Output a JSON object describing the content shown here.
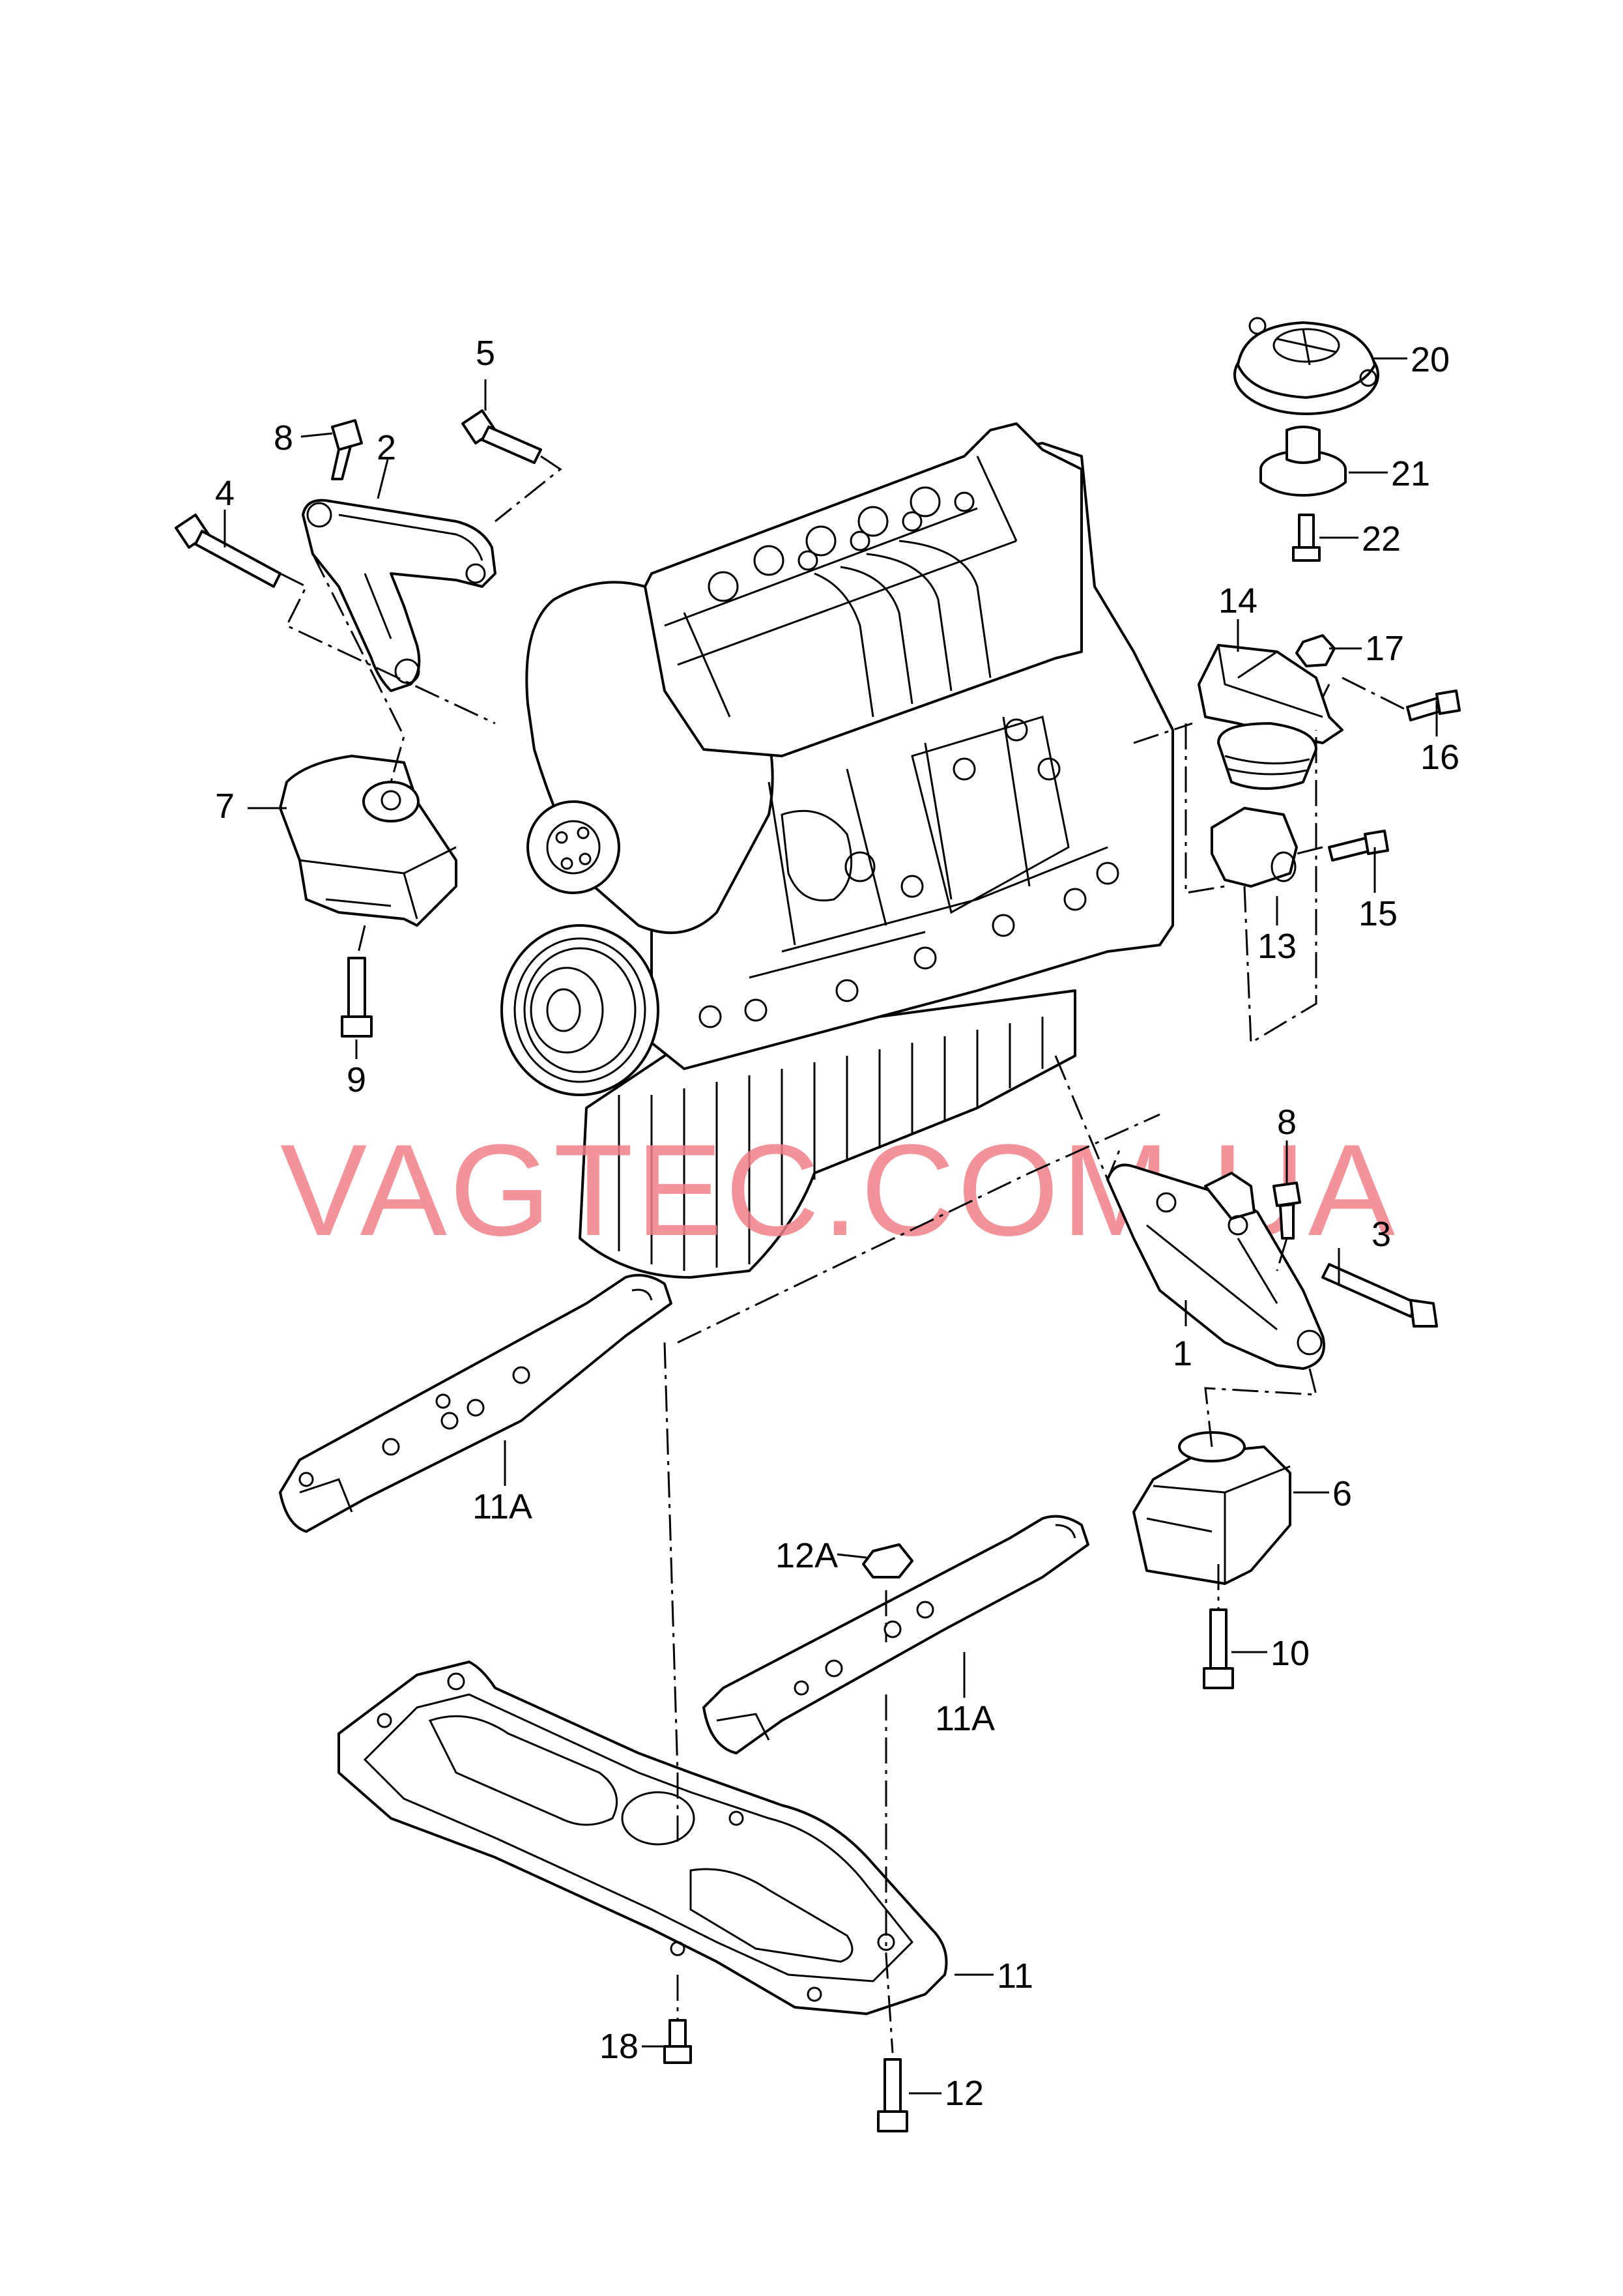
{
  "watermark": "VAGTEC.COM.UA",
  "callouts": [
    {
      "id": "c1",
      "text": "1"
    },
    {
      "id": "c2",
      "text": "2"
    },
    {
      "id": "c3",
      "text": "3"
    },
    {
      "id": "c4",
      "text": "4"
    },
    {
      "id": "c5",
      "text": "5"
    },
    {
      "id": "c6",
      "text": "6"
    },
    {
      "id": "c7",
      "text": "7"
    },
    {
      "id": "c8a",
      "text": "8"
    },
    {
      "id": "c8b",
      "text": "8"
    },
    {
      "id": "c9",
      "text": "9"
    },
    {
      "id": "c10",
      "text": "10"
    },
    {
      "id": "c11",
      "text": "11"
    },
    {
      "id": "c11a1",
      "text": "11A"
    },
    {
      "id": "c11a2",
      "text": "11A"
    },
    {
      "id": "c12",
      "text": "12"
    },
    {
      "id": "c12a",
      "text": "12A"
    },
    {
      "id": "c13",
      "text": "13"
    },
    {
      "id": "c14",
      "text": "14"
    },
    {
      "id": "c15",
      "text": "15"
    },
    {
      "id": "c16",
      "text": "16"
    },
    {
      "id": "c17",
      "text": "17"
    },
    {
      "id": "c18",
      "text": "18"
    },
    {
      "id": "c20",
      "text": "20"
    },
    {
      "id": "c21",
      "text": "21"
    },
    {
      "id": "c22",
      "text": "22"
    }
  ]
}
